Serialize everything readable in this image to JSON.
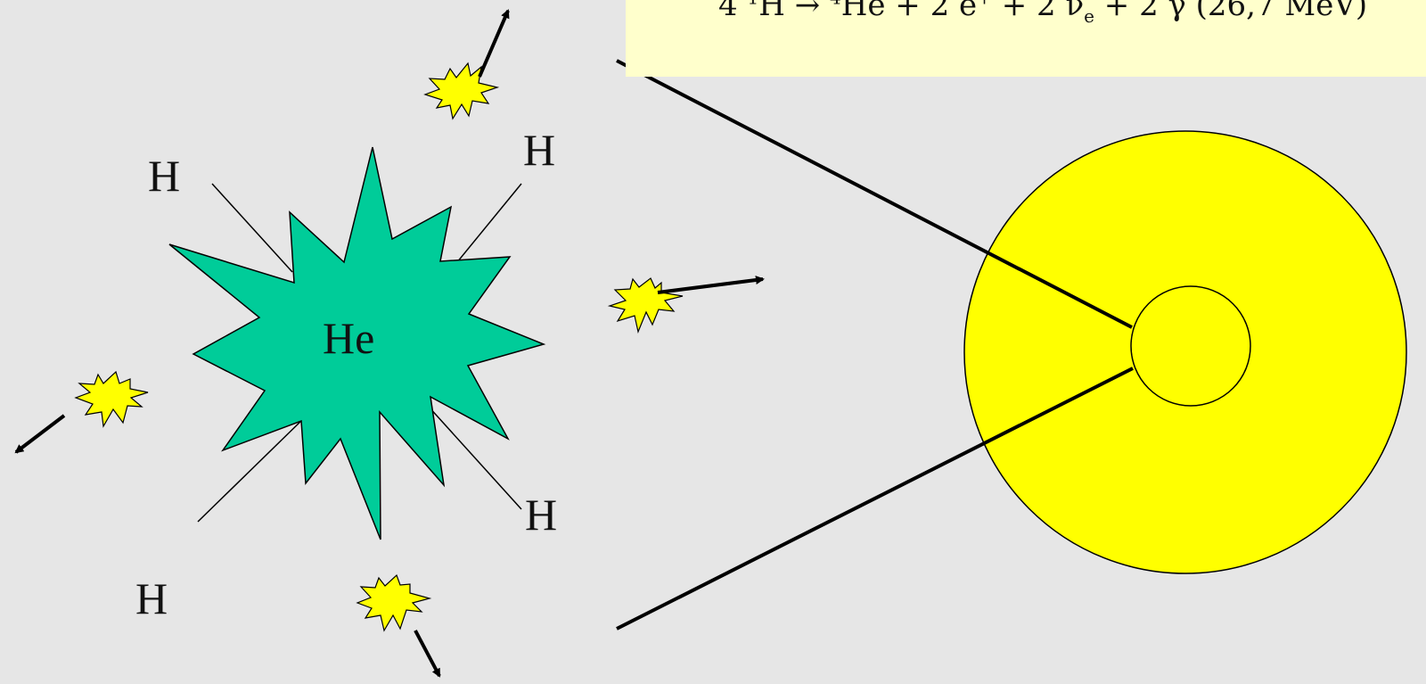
{
  "equation": {
    "coef_h": "4",
    "h_mass": "1",
    "h_symbol": "H",
    "arrow": "→",
    "he_mass": "4",
    "he_symbol": "He",
    "plus_1": "+ 2 e",
    "positron_charge": "+",
    "plus_2": " + 2 ν",
    "neutrino_sub": "e",
    "rest": " + 2 γ (26,7 MeV)"
  },
  "labels": {
    "he": "He",
    "h_top_left": "H",
    "h_top_right": "H",
    "h_bottom_right": "H",
    "h_bottom_left": "H"
  },
  "colors": {
    "background": "#e6e6e6",
    "equation_box": "#ffffcc",
    "helium_burst": "#00cc99",
    "photon_burst": "#ffff00",
    "sun": "#ffff00",
    "stroke": "#000000"
  },
  "icons": {
    "photon": "small-yellow-starburst-icon",
    "helium": "green-starburst-icon",
    "direction": "arrow-icon"
  }
}
